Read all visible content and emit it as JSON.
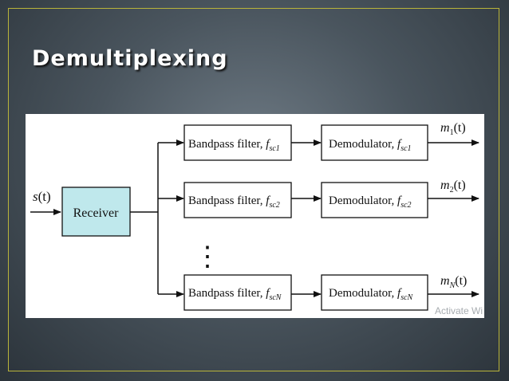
{
  "slide": {
    "title": "Demultiplexing"
  },
  "diagram": {
    "input_label": {
      "main": "s",
      "arg": "(t)"
    },
    "receiver_label": "Receiver",
    "filter_prefix": "Bandpass filter, ",
    "demod_prefix": "Demodulator, ",
    "channels": [
      {
        "sub": "sc1",
        "out_sub": "1"
      },
      {
        "sub": "sc2",
        "out_sub": "2"
      },
      {
        "sub": "scN",
        "out_sub": "N"
      }
    ],
    "freq_symbol": "f",
    "output_symbol": "m",
    "output_arg": "(t)",
    "ellipsis": "⋮"
  },
  "watermark": {
    "text": "Activate Wi"
  },
  "colors": {
    "receiver_fill": "#bfe8ec",
    "frame_border": "#b9b43a"
  }
}
